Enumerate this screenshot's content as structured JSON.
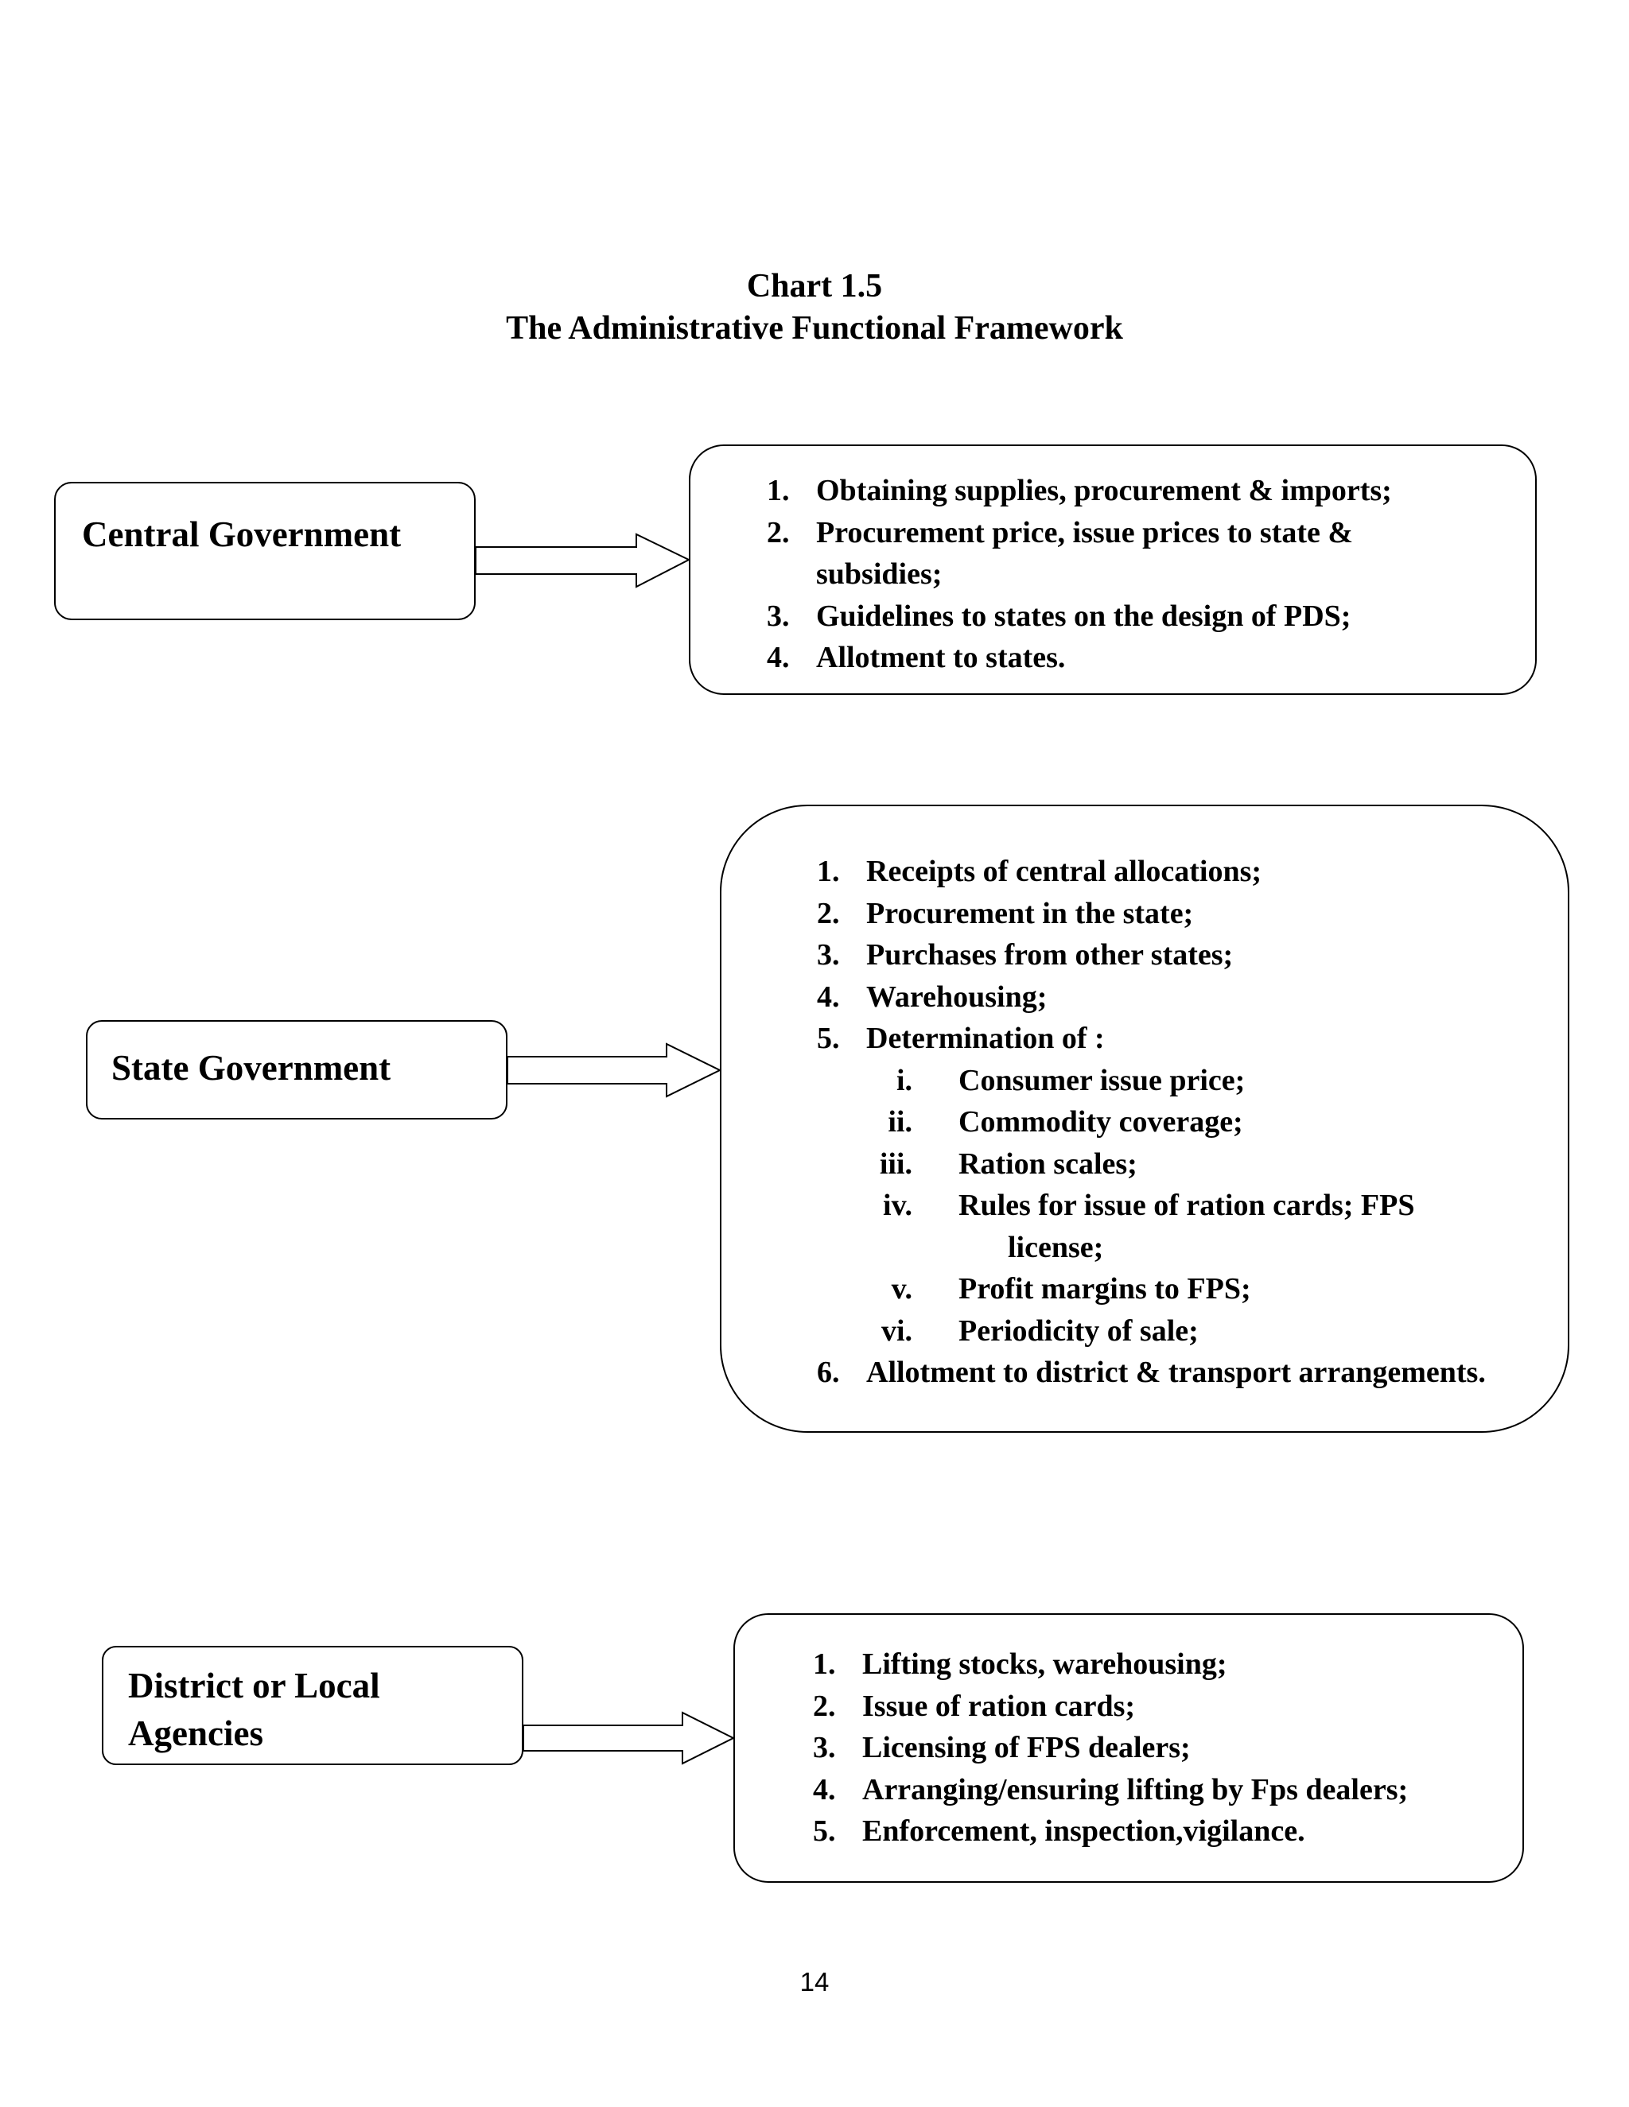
{
  "chart": {
    "number": "Chart  1.5",
    "title": "The Administrative Functional Framework"
  },
  "central": {
    "label": "Central Government",
    "items": [
      {
        "num": "1.",
        "text": "Obtaining supplies, procurement & imports;"
      },
      {
        "num": "2.",
        "text": "Procurement price, issue prices to state &",
        "cont": "subsidies;"
      },
      {
        "num": "3.",
        "text": "Guidelines to states on the design of PDS;"
      },
      {
        "num": "4.",
        "text": "Allotment to states."
      }
    ]
  },
  "state": {
    "label": "State Government",
    "items": [
      {
        "num": "1.",
        "text": "Receipts of central allocations;"
      },
      {
        "num": "2.",
        "text": "Procurement in the state;"
      },
      {
        "num": "3.",
        "text": "Purchases from other states;"
      },
      {
        "num": "4.",
        "text": "Warehousing;"
      },
      {
        "num": "5.",
        "text": "Determination of :"
      }
    ],
    "subitems": [
      {
        "num": "i.",
        "text": "Consumer issue price;"
      },
      {
        "num": "ii.",
        "text": "Commodity coverage;"
      },
      {
        "num": "iii.",
        "text": "Ration scales;"
      },
      {
        "num": "iv.",
        "text": "Rules for issue of ration cards; FPS",
        "cont": "license;"
      },
      {
        "num": "v.",
        "text": "Profit margins to FPS;"
      },
      {
        "num": "vi.",
        "text": "Periodicity of sale;"
      }
    ],
    "last": {
      "num": "6.",
      "text": "Allotment to district & transport arrangements."
    }
  },
  "district": {
    "label_line1": "District or Local",
    "label_line2": "Agencies",
    "items": [
      {
        "num": "1.",
        "text": "Lifting stocks, warehousing;"
      },
      {
        "num": "2.",
        "text": "Issue of ration cards;"
      },
      {
        "num": "3.",
        "text": "Licensing of FPS dealers;"
      },
      {
        "num": "4.",
        "text": "Arranging/ensuring lifting by Fps dealers;"
      },
      {
        "num": "5.",
        "text": "Enforcement, inspection,vigilance."
      }
    ]
  },
  "page_number": "14"
}
